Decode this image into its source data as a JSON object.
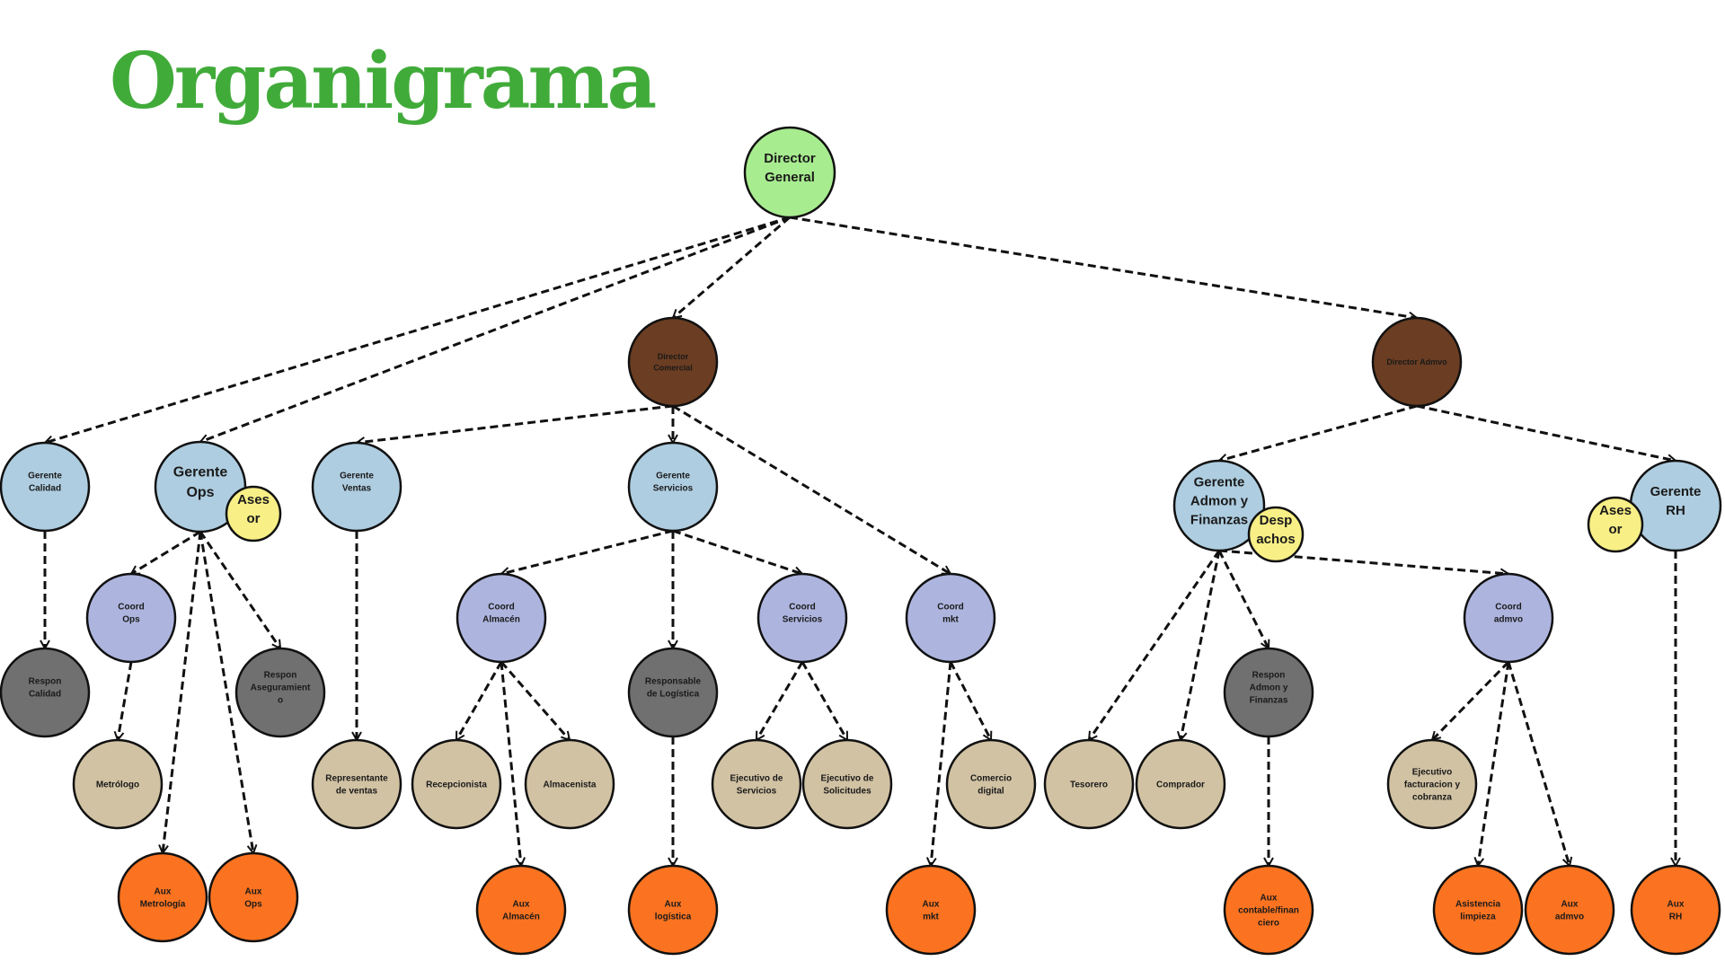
{
  "title": "Organigrama",
  "colors": {
    "title": "#41ab3a",
    "director_general": "#a8ec90",
    "director": "#6b3d22",
    "gerente": "#aecde0",
    "coord": "#adb5df",
    "responsable": "#707070",
    "staff": "#d1c2a3",
    "auxiliar": "#fb7320",
    "asesor": "#f8ef86",
    "stroke": "#111111"
  },
  "nodes": [
    {
      "id": "dg",
      "label": [
        "Director",
        "General"
      ],
      "type": "director_general",
      "size": "lg"
    },
    {
      "id": "dc",
      "label": [
        "Director",
        "Comercial"
      ],
      "type": "director"
    },
    {
      "id": "da",
      "label": [
        "Director Admvo"
      ],
      "type": "director"
    },
    {
      "id": "gcal",
      "label": [
        "Gerente",
        "Calidad"
      ],
      "type": "gerente"
    },
    {
      "id": "gops",
      "label": [
        "Gerente",
        "Ops"
      ],
      "type": "gerente",
      "size": "lg"
    },
    {
      "id": "ases1",
      "label": [
        "Ases",
        "or"
      ],
      "type": "asesor",
      "size": "md"
    },
    {
      "id": "gven",
      "label": [
        "Gerente",
        "Ventas"
      ],
      "type": "gerente"
    },
    {
      "id": "gser",
      "label": [
        "Gerente",
        "Servicios"
      ],
      "type": "gerente"
    },
    {
      "id": "gaf",
      "label": [
        "Gerente",
        "Admon y",
        "Finanzas"
      ],
      "type": "gerente",
      "size": "lg"
    },
    {
      "id": "desp",
      "label": [
        "Desp",
        "achos"
      ],
      "type": "asesor",
      "size": "md"
    },
    {
      "id": "grh",
      "label": [
        "Gerente",
        "RH"
      ],
      "type": "gerente",
      "size": "lg"
    },
    {
      "id": "ases2",
      "label": [
        "Ases",
        "or"
      ],
      "type": "asesor",
      "size": "md"
    },
    {
      "id": "cops",
      "label": [
        "Coord",
        "Ops"
      ],
      "type": "coord"
    },
    {
      "id": "calm",
      "label": [
        "Coord",
        "Almacén"
      ],
      "type": "coord"
    },
    {
      "id": "cser",
      "label": [
        "Coord",
        "Servicios"
      ],
      "type": "coord"
    },
    {
      "id": "cmkt",
      "label": [
        "Coord",
        "mkt"
      ],
      "type": "coord"
    },
    {
      "id": "cadm",
      "label": [
        "Coord",
        "admvo"
      ],
      "type": "coord"
    },
    {
      "id": "rcal",
      "label": [
        "Respon",
        "Calidad"
      ],
      "type": "responsable"
    },
    {
      "id": "rase",
      "label": [
        "Respon",
        "Aseguramient",
        "o"
      ],
      "type": "responsable"
    },
    {
      "id": "rlog",
      "label": [
        "Responsable",
        "de Logística"
      ],
      "type": "responsable"
    },
    {
      "id": "raf",
      "label": [
        "Respon",
        "Admon y",
        "Finanzas"
      ],
      "type": "responsable"
    },
    {
      "id": "metr",
      "label": [
        "Metrólogo"
      ],
      "type": "staff"
    },
    {
      "id": "rven",
      "label": [
        "Representante",
        "de ventas"
      ],
      "type": "staff"
    },
    {
      "id": "recp",
      "label": [
        "Recepcionista"
      ],
      "type": "staff"
    },
    {
      "id": "alma",
      "label": [
        "Almacenista"
      ],
      "type": "staff"
    },
    {
      "id": "eser",
      "label": [
        "Ejecutivo de",
        "Servicios"
      ],
      "type": "staff"
    },
    {
      "id": "esol",
      "label": [
        "Ejecutivo de",
        "Solicitudes"
      ],
      "type": "staff"
    },
    {
      "id": "cdig",
      "label": [
        "Comercio",
        "digital"
      ],
      "type": "staff"
    },
    {
      "id": "teso",
      "label": [
        "Tesorero"
      ],
      "type": "staff"
    },
    {
      "id": "comp",
      "label": [
        "Comprador"
      ],
      "type": "staff"
    },
    {
      "id": "efac",
      "label": [
        "Ejecutivo",
        "facturacion y",
        "cobranza"
      ],
      "type": "staff"
    },
    {
      "id": "amet",
      "label": [
        "Aux",
        "Metrología"
      ],
      "type": "auxiliar"
    },
    {
      "id": "aops",
      "label": [
        "Aux",
        "Ops"
      ],
      "type": "auxiliar"
    },
    {
      "id": "aalm",
      "label": [
        "Aux",
        "Almacén"
      ],
      "type": "auxiliar"
    },
    {
      "id": "alog",
      "label": [
        "Aux",
        "logística"
      ],
      "type": "auxiliar"
    },
    {
      "id": "amkt",
      "label": [
        "Aux",
        "mkt"
      ],
      "type": "auxiliar"
    },
    {
      "id": "acon",
      "label": [
        "Aux",
        "contable/finan",
        "ciero"
      ],
      "type": "auxiliar"
    },
    {
      "id": "alim",
      "label": [
        "Asistencia",
        "limpieza"
      ],
      "type": "auxiliar"
    },
    {
      "id": "aadm",
      "label": [
        "Aux",
        "admvo"
      ],
      "type": "auxiliar"
    },
    {
      "id": "arh",
      "label": [
        "Aux",
        "RH"
      ],
      "type": "auxiliar"
    }
  ],
  "edges": [
    [
      "dg",
      "gcal"
    ],
    [
      "dg",
      "gops"
    ],
    [
      "dg",
      "dc"
    ],
    [
      "dg",
      "da"
    ],
    [
      "dc",
      "gven"
    ],
    [
      "dc",
      "gser"
    ],
    [
      "dc",
      "cmkt"
    ],
    [
      "da",
      "gaf"
    ],
    [
      "da",
      "grh"
    ],
    [
      "gcal",
      "rcal"
    ],
    [
      "gops",
      "cops"
    ],
    [
      "gops",
      "rase"
    ],
    [
      "gops",
      "amet"
    ],
    [
      "gops",
      "aops"
    ],
    [
      "cops",
      "metr"
    ],
    [
      "gven",
      "rven"
    ],
    [
      "gser",
      "calm"
    ],
    [
      "gser",
      "rlog"
    ],
    [
      "gser",
      "cser"
    ],
    [
      "calm",
      "recp"
    ],
    [
      "calm",
      "alma"
    ],
    [
      "calm",
      "aalm"
    ],
    [
      "rlog",
      "alog"
    ],
    [
      "cser",
      "eser"
    ],
    [
      "cser",
      "esol"
    ],
    [
      "cmkt",
      "cdig"
    ],
    [
      "cmkt",
      "amkt"
    ],
    [
      "gaf",
      "teso"
    ],
    [
      "gaf",
      "comp"
    ],
    [
      "gaf",
      "raf"
    ],
    [
      "gaf",
      "cadm"
    ],
    [
      "raf",
      "acon"
    ],
    [
      "cadm",
      "efac"
    ],
    [
      "cadm",
      "alim"
    ],
    [
      "cadm",
      "aadm"
    ],
    [
      "grh",
      "arh"
    ]
  ]
}
